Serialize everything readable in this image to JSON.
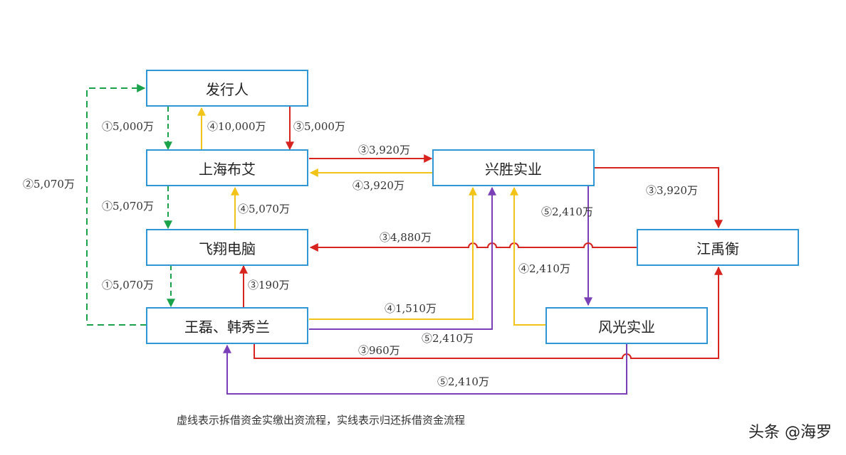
{
  "nodes": {
    "issuer": "发行人",
    "shanghai_buai": "上海布艾",
    "xingsheng": "兴胜实业",
    "feixiang": "飞翔电脑",
    "jiang_yuheng": "江禹衡",
    "wang_han": "王磊、韩秀兰",
    "fengguang": "风光实业"
  },
  "flows": {
    "f1_issuer_to_buai": "①5,000万",
    "f4_buai_to_issuer": "④10,000万",
    "f3_issuer_to_buai": "③5,000万",
    "f3_buai_to_xingsheng": "③3,920万",
    "f4_xingsheng_to_buai": "④3,920万",
    "f2_wang_to_issuer": "②5,070万",
    "f1_buai_to_feixiang": "①5,070万",
    "f4_feixiang_to_buai": "④5,070万",
    "f3_xingsheng_to_jiang": "③3,920万",
    "f5_xingsheng_to_fengguang": "⑤2,410万",
    "f3_jiang_to_feixiang": "③4,880万",
    "f4_fengguang_to_xingsheng": "④2,410万",
    "f1_feixiang_to_wang": "①5,070万",
    "f3_wang_to_feixiang": "③190万",
    "f4_wang_to_xingsheng": "④1,510万",
    "f5_wang_to_xingsheng": "⑤2,410万",
    "f3_wang_to_jiang": "③960万",
    "f5_fengguang_to_wang": "⑤2,410万"
  },
  "caption": "虚线表示拆借资金实缴出资流程，实线表示归还拆借资金流程",
  "watermark": "头条 @海罗",
  "colors": {
    "box_border": "#2f97d3",
    "green_dashed": "#1aa34a",
    "yellow": "#f2c318",
    "red": "#d8241f",
    "purple": "#7b3fb8"
  }
}
